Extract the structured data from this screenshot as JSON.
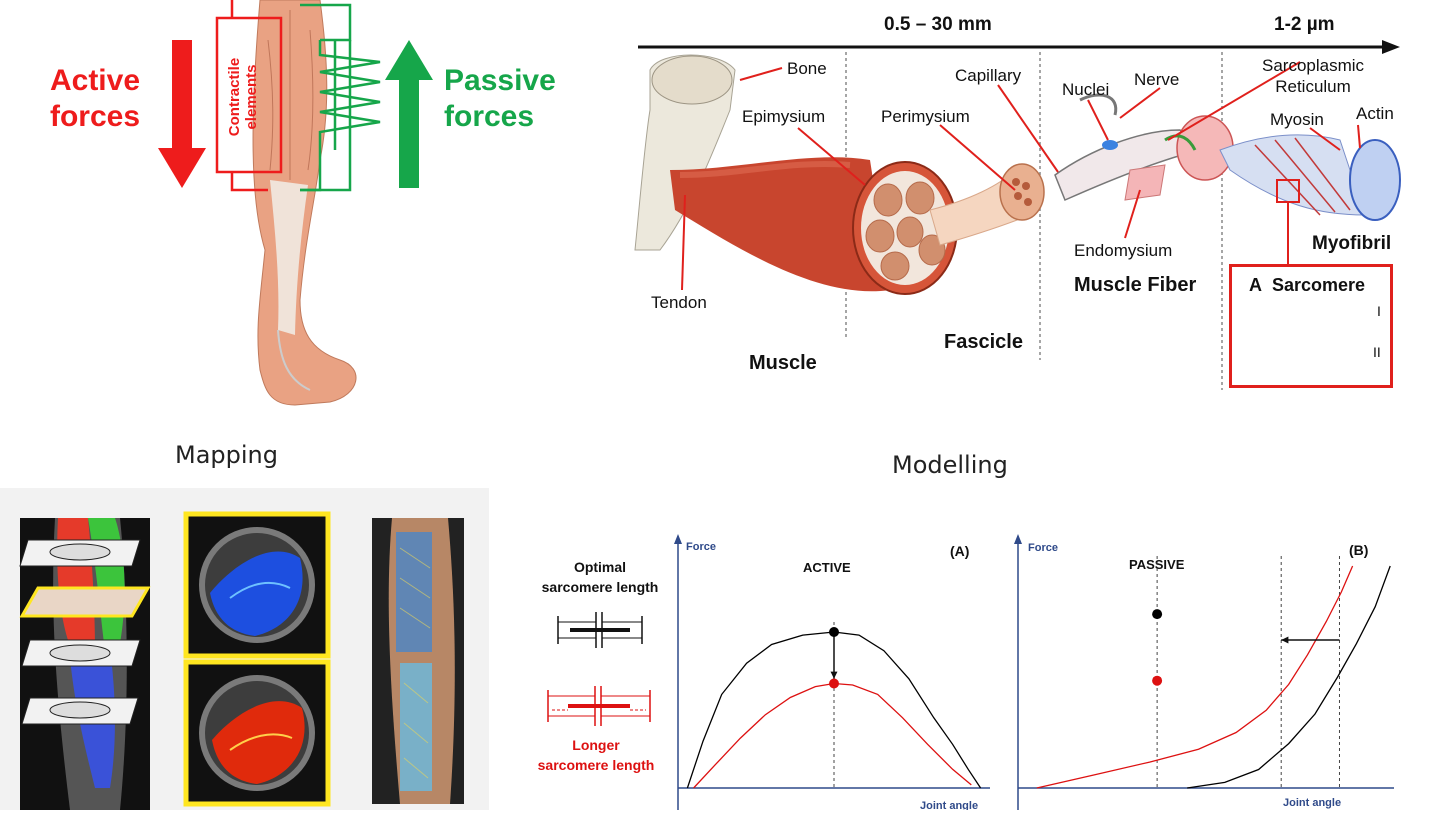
{
  "top_left": {
    "active_label": [
      "Active",
      "forces"
    ],
    "passive_label": [
      "Passive",
      "forces"
    ],
    "contractile_label": [
      "Contractile",
      "elements"
    ],
    "colors": {
      "active": "#ee1c1c",
      "passive": "#16a64a",
      "muscle": "#e39a7a"
    }
  },
  "hierarchy": {
    "scale_left": "0.5 – 30 mm",
    "scale_right": "1-2 µm",
    "labels": {
      "bone": "Bone",
      "epimysium": "Epimysium",
      "perimysium": "Perimysium",
      "capillary": "Capillary",
      "nuclei": "Nuclei",
      "nerve": "Nerve",
      "sarcoplasmic": [
        "Sarcoplasmic",
        "Reticulum"
      ],
      "myosin": "Myosin",
      "actin": "Actin",
      "tendon": "Tendon",
      "endomysium": "Endomysium",
      "myofibril": "Myofibril"
    },
    "levels": {
      "muscle": "Muscle",
      "fascicle": "Fascicle",
      "muscle_fiber": "Muscle Fiber"
    },
    "sarcomere": {
      "letter": "A",
      "title": "Sarcomere",
      "row1": "I",
      "row2": "II"
    }
  },
  "sections": {
    "mapping": "Mapping",
    "modelling": "Modelling"
  },
  "legend": {
    "optimal": [
      "Optimal",
      "sarcomere length"
    ],
    "longer": [
      "Longer",
      "sarcomere length"
    ]
  },
  "chart_data": [
    {
      "type": "line",
      "panel": "(A)",
      "title": "ACTIVE",
      "ylabel": "Force",
      "xlabel": "Joint angle",
      "series": [
        {
          "color": "#000000",
          "points": [
            [
              0.03,
              0.0
            ],
            [
              0.08,
              0.3
            ],
            [
              0.14,
              0.6
            ],
            [
              0.22,
              0.8
            ],
            [
              0.3,
              0.92
            ],
            [
              0.4,
              0.98
            ],
            [
              0.5,
              1.0
            ],
            [
              0.58,
              0.98
            ],
            [
              0.66,
              0.88
            ],
            [
              0.74,
              0.7
            ],
            [
              0.82,
              0.45
            ],
            [
              0.88,
              0.28
            ],
            [
              0.93,
              0.12
            ],
            [
              0.97,
              0.0
            ]
          ]
        },
        {
          "color": "#dd1111",
          "points": [
            [
              0.05,
              0.0
            ],
            [
              0.12,
              0.15
            ],
            [
              0.2,
              0.32
            ],
            [
              0.28,
              0.47
            ],
            [
              0.36,
              0.58
            ],
            [
              0.44,
              0.65
            ],
            [
              0.5,
              0.67
            ],
            [
              0.56,
              0.66
            ],
            [
              0.64,
              0.6
            ],
            [
              0.72,
              0.45
            ],
            [
              0.8,
              0.28
            ],
            [
              0.88,
              0.12
            ],
            [
              0.94,
              0.02
            ]
          ]
        }
      ],
      "markers": [
        {
          "x": 0.5,
          "y": 1.0,
          "color": "#000000"
        },
        {
          "x": 0.5,
          "y": 0.67,
          "color": "#dd1111"
        }
      ],
      "arrow": {
        "from": [
          0.5,
          0.98
        ],
        "to": [
          0.5,
          0.7
        ]
      },
      "vline": 0.5
    },
    {
      "type": "line",
      "panel": "(B)",
      "title": "PASSIVE",
      "ylabel": "Force",
      "xlabel": "Joint angle",
      "series": [
        {
          "color": "#dd1111",
          "points": [
            [
              0.05,
              0.0
            ],
            [
              0.2,
              0.07
            ],
            [
              0.35,
              0.14
            ],
            [
              0.48,
              0.21
            ],
            [
              0.58,
              0.3
            ],
            [
              0.66,
              0.42
            ],
            [
              0.72,
              0.56
            ],
            [
              0.77,
              0.72
            ],
            [
              0.82,
              0.9
            ],
            [
              0.86,
              1.06
            ],
            [
              0.89,
              1.2
            ]
          ]
        },
        {
          "color": "#000000",
          "points": [
            [
              0.45,
              0.0
            ],
            [
              0.55,
              0.03
            ],
            [
              0.64,
              0.1
            ],
            [
              0.72,
              0.24
            ],
            [
              0.79,
              0.4
            ],
            [
              0.85,
              0.6
            ],
            [
              0.9,
              0.78
            ],
            [
              0.95,
              0.98
            ],
            [
              0.99,
              1.2
            ]
          ]
        }
      ],
      "markers": [
        {
          "x": 0.37,
          "y": 0.94,
          "color": "#000000"
        },
        {
          "x": 0.37,
          "y": 0.58,
          "color": "#dd1111"
        }
      ],
      "arrow": {
        "from": [
          0.855,
          0.8
        ],
        "to": [
          0.7,
          0.8
        ]
      },
      "vlines": [
        0.37,
        0.7,
        0.855
      ]
    }
  ]
}
